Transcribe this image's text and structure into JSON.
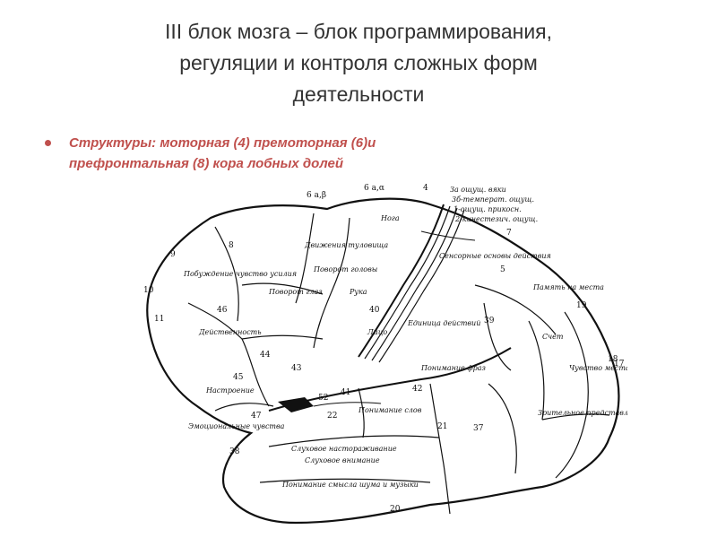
{
  "slide": {
    "title_line1": "III блок мозга – блок программирования,",
    "title_line2": "регуляции и контроля сложных форм",
    "title_line3": "деятельности",
    "bullet_line1": "Структуры: моторная (4) премоторная (6)и",
    "bullet_line2": "префронтальная  (8) кора лобных долей",
    "bullet_color": "#c0504d"
  },
  "diagram": {
    "labels": {
      "l6ab": "6 а,β",
      "l6aa": "6 а,α",
      "l4": "4",
      "l3": "За ощущ. вяки",
      "l3b": "3б-температ. ощущ.",
      "l3c": "1-ощущ. прикосн.",
      "l3d": "2-кинестезич. ощущ.",
      "l7": "7",
      "l9": "9",
      "l8": "8",
      "l10": "10",
      "l11": "11",
      "l18": "18",
      "l19": "19",
      "l17": "17",
      "l37": "37",
      "l38": "38",
      "l20": "20",
      "l21": "21",
      "l22": "22",
      "l40": "40",
      "l39": "39",
      "l46": "46",
      "l45": "45",
      "l44": "44",
      "l47": "47",
      "l43": "43",
      "l41": "41",
      "l42": "42",
      "l52": "52",
      "l5": "5",
      "t1": "Побуждение чувство усилия",
      "t2": "Поворот головы",
      "t3": "Сенсорные основы действия",
      "t4": "Поворот глаз",
      "t5": "Память на места",
      "t6": "Действенность",
      "t7": "Эмоциональные чувства",
      "t8": "Слуховое настораживание",
      "t9": "Слуховое внимание",
      "t10": "Понимание смысла шума и музыки",
      "t11": "Понимание фраз",
      "t12": "Движения туловища",
      "t13": "Рука",
      "t14": "Нога",
      "t15": "Лицо",
      "t16": "Понимание слов",
      "t17": "Зрительное представление",
      "t18": "Чувство места",
      "t19": "Единица действий",
      "t20": "Счет",
      "t21": "Настроение"
    }
  }
}
